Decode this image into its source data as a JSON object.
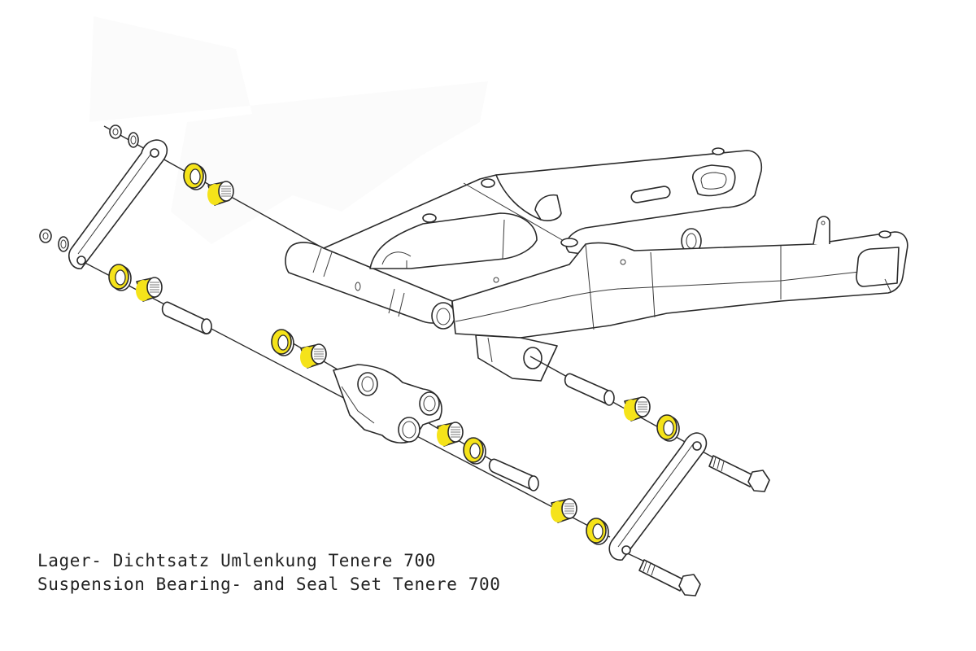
{
  "caption": {
    "line_de": "Lager- Dichtsatz Umlenkung Tenere 700",
    "line_en": "Suspension Bearing- and Seal Set Tenere 700"
  },
  "colors": {
    "highlight": "#f5e31a",
    "line": "#2a2a2a",
    "background": "#ffffff"
  },
  "parts": {
    "highlighted": [
      "seal",
      "needle-bearing"
    ],
    "other": [
      "swingarm",
      "relay-arm",
      "connecting-rod",
      "spacer-collar",
      "bolt",
      "nut",
      "washer"
    ]
  }
}
